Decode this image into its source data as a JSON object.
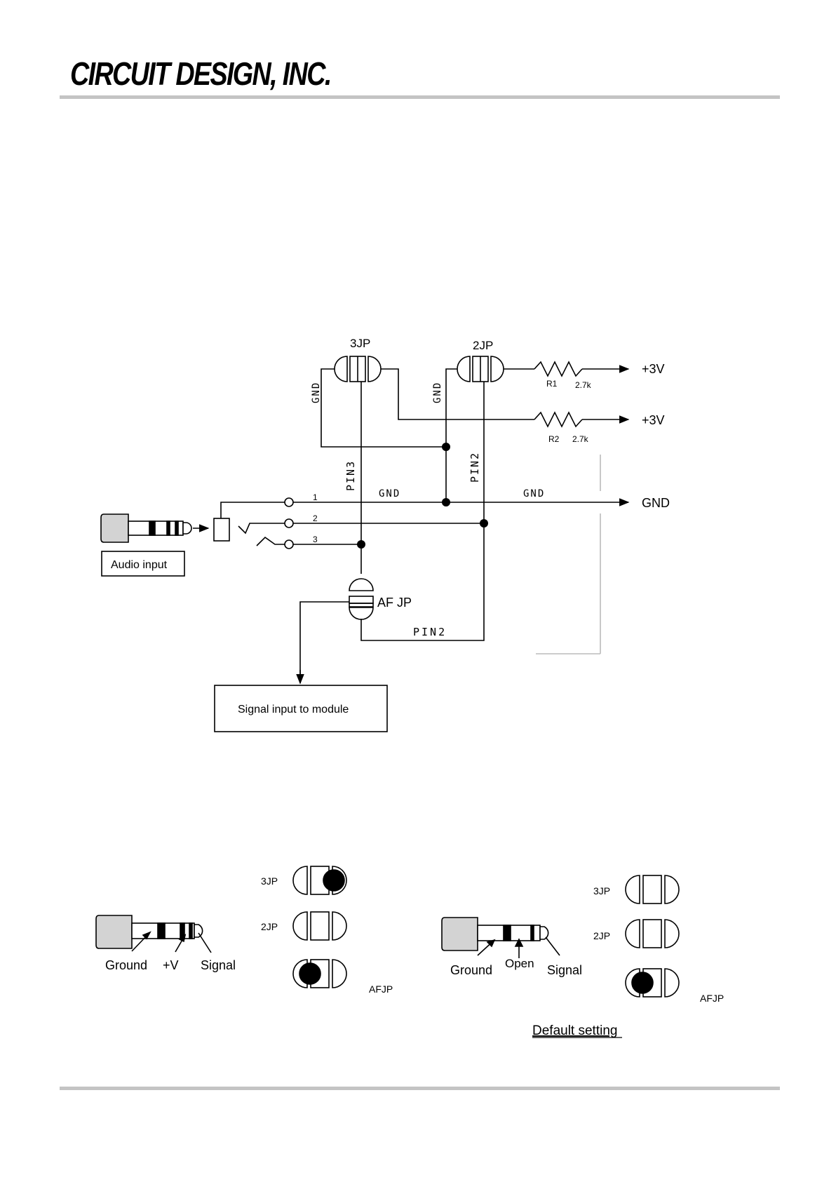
{
  "header": {
    "logo": "CIRCUIT DESIGN, INC."
  },
  "schematic": {
    "jumper_3jp": "3JP",
    "jumper_2jp": "2JP",
    "jumper_afjp": "AF JP",
    "gnd_vertical_left": "GND",
    "gnd_vertical_right": "GND",
    "r1_name": "R1",
    "r1_value": "2.7k",
    "r2_name": "R2",
    "r2_value": "2.7k",
    "supply_1": "+3V",
    "supply_2": "+3V",
    "gnd_output": "GND",
    "pin3_label": "PIN3",
    "pin2_label_vertical": "PIN2",
    "pin2_label_bottom": "PIN2",
    "gnd_line_label_1": "GND",
    "gnd_line_label_2": "GND",
    "pin_1": "1",
    "pin_2": "2",
    "pin_3": "3",
    "audio_input": "Audio input",
    "signal_input": "Signal input to module"
  },
  "settings": {
    "left": {
      "plug_labels": [
        "Ground",
        "+V",
        "Signal"
      ],
      "jumpers": [
        "3JP",
        "2JP",
        "AFJP"
      ]
    },
    "right": {
      "plug_labels": [
        "Ground",
        "Open",
        "Signal"
      ],
      "jumpers": [
        "3JP",
        "2JP",
        "AFJP"
      ],
      "caption": "Default setting"
    }
  },
  "colors": {
    "rule": "#c4c4c4",
    "plug_gray": "#d3d3d3",
    "line": "#000000"
  }
}
